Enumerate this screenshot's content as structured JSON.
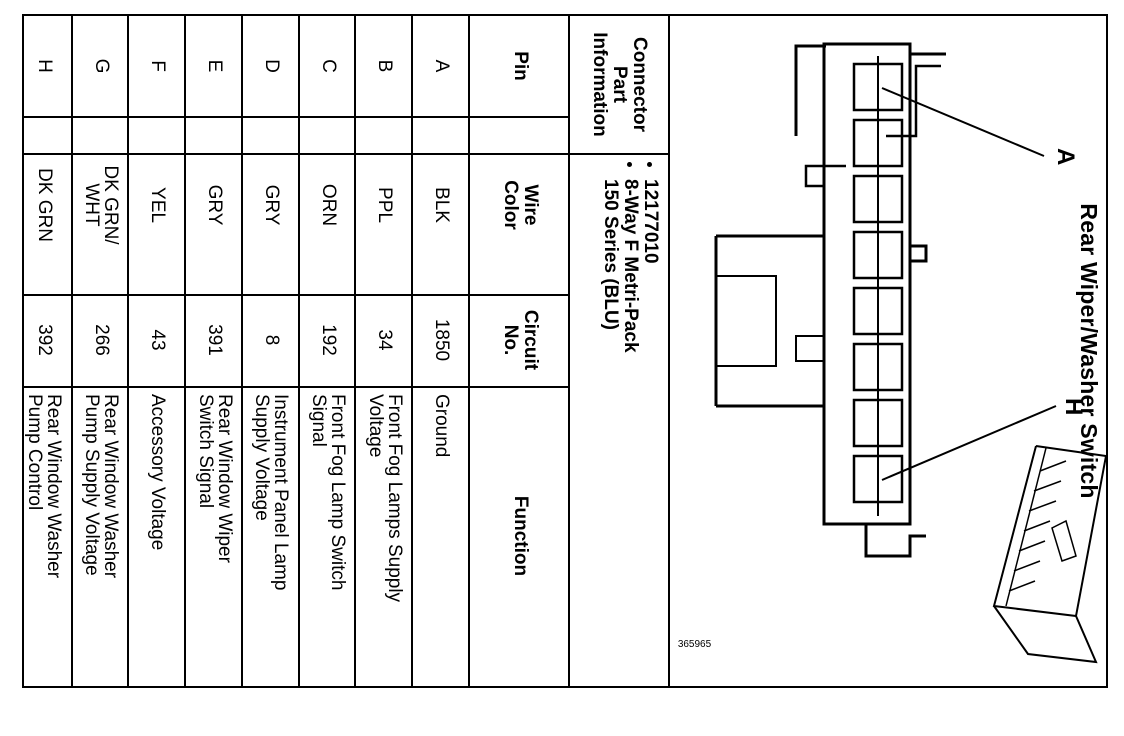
{
  "title": "Rear Wiper/Washer Switch",
  "figure_id": "365965",
  "callouts": {
    "a": "A",
    "h": "H"
  },
  "connector": {
    "label_line1": "Connector Part",
    "label_line2": "Information",
    "part_number": "12177010",
    "description_line1": "8-Way F Metri-Pack",
    "description_line2": "150 Series (BLU)"
  },
  "table": {
    "headers": {
      "pin": "Pin",
      "wire_color_line1": "Wire",
      "wire_color_line2": "Color",
      "circuit_line1": "Circuit",
      "circuit_line2": "No.",
      "function": "Function"
    },
    "rows": [
      {
        "pin": "A",
        "color": "BLK",
        "color2": "",
        "circuit": "1850",
        "function": "Ground",
        "function2": ""
      },
      {
        "pin": "B",
        "color": "PPL",
        "color2": "",
        "circuit": "34",
        "function": "Front Fog Lamps Supply",
        "function2": "Voltage"
      },
      {
        "pin": "C",
        "color": "ORN",
        "color2": "",
        "circuit": "192",
        "function": "Front Fog Lamp Switch",
        "function2": "Signal"
      },
      {
        "pin": "D",
        "color": "GRY",
        "color2": "",
        "circuit": "8",
        "function": "Instrument Panel Lamp",
        "function2": "Supply Voltage"
      },
      {
        "pin": "E",
        "color": "GRY",
        "color2": "",
        "circuit": "391",
        "function": "Rear Window Wiper",
        "function2": "Switch Signal"
      },
      {
        "pin": "F",
        "color": "YEL",
        "color2": "",
        "circuit": "43",
        "function": "Accessory Voltage",
        "function2": ""
      },
      {
        "pin": "G",
        "color": "DK GRN/",
        "color2": "WHT",
        "circuit": "266",
        "function": "Rear Window Washer",
        "function2": "Pump Supply Voltage"
      },
      {
        "pin": "H",
        "color": "DK GRN",
        "color2": "",
        "circuit": "392",
        "function": "Rear Window Washer",
        "function2": "Pump Control"
      }
    ]
  }
}
